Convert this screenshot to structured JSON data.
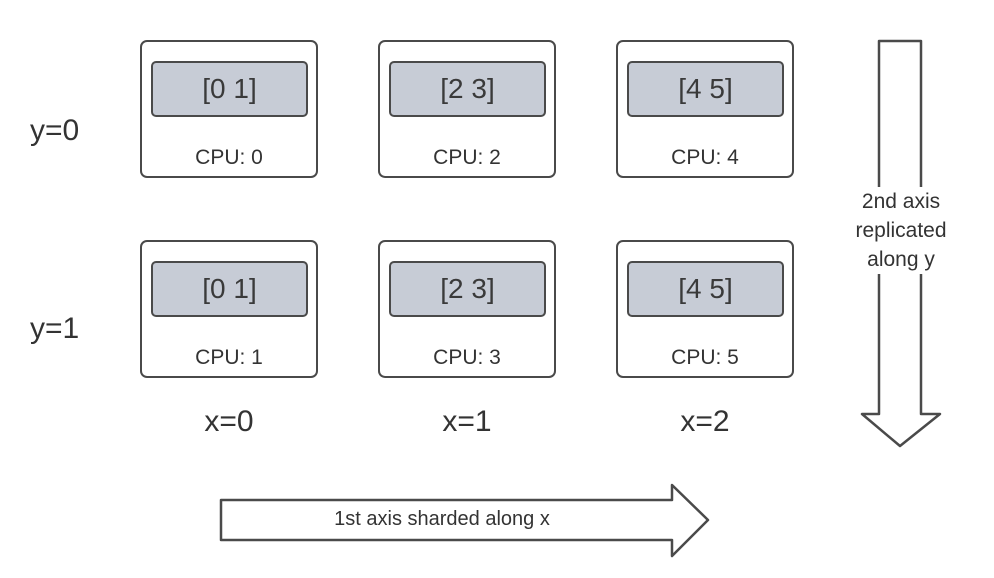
{
  "row_labels": [
    "y=0",
    "y=1"
  ],
  "col_labels": [
    "x=0",
    "x=1",
    "x=2"
  ],
  "devices": [
    [
      {
        "shard": "[0 1]",
        "cpu": "CPU: 0"
      },
      {
        "shard": "[2 3]",
        "cpu": "CPU: 2"
      },
      {
        "shard": "[4 5]",
        "cpu": "CPU: 4"
      }
    ],
    [
      {
        "shard": "[0 1]",
        "cpu": "CPU: 1"
      },
      {
        "shard": "[2 3]",
        "cpu": "CPU: 3"
      },
      {
        "shard": "[4 5]",
        "cpu": "CPU: 5"
      }
    ]
  ],
  "vertical_arrow": {
    "text": "2nd axis\nreplicated\nalong y"
  },
  "horizontal_arrow": {
    "text": "1st axis sharded along x"
  },
  "colors": {
    "shard_fill": "#c7ccd6",
    "stroke": "#4a4a4a",
    "text": "#333333"
  }
}
